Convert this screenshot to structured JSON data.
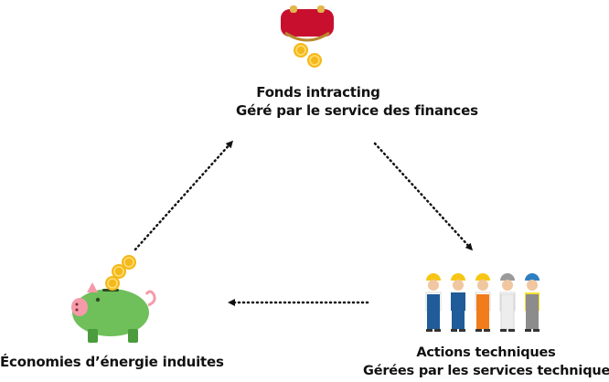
{
  "nodes": {
    "fund": {
      "title": "Fonds intracting",
      "subtitle": "Géré par le service des finances",
      "icon": "coin-purse-icon"
    },
    "actions": {
      "title": "Actions techniques",
      "subtitle": "Gérées par les services techniques",
      "icon": "technicians-icon"
    },
    "savings": {
      "title": "Économies d’énergie induites",
      "icon": "piggy-bank-icon"
    }
  },
  "edges": [
    {
      "from": "fund",
      "to": "actions",
      "style": "dotted-arrow"
    },
    {
      "from": "actions",
      "to": "savings",
      "style": "dotted-arrow"
    },
    {
      "from": "savings",
      "to": "fund",
      "style": "dotted-arrow"
    }
  ],
  "colors": {
    "purse_red": "#c8102e",
    "coin_gold": "#f5b81c",
    "pig_green": "#6fbf5a",
    "arrow": "#111111",
    "helmet_yellow": "#f7c615",
    "overall_blue": "#1f5c99",
    "overall_orange": "#f07c1b"
  }
}
